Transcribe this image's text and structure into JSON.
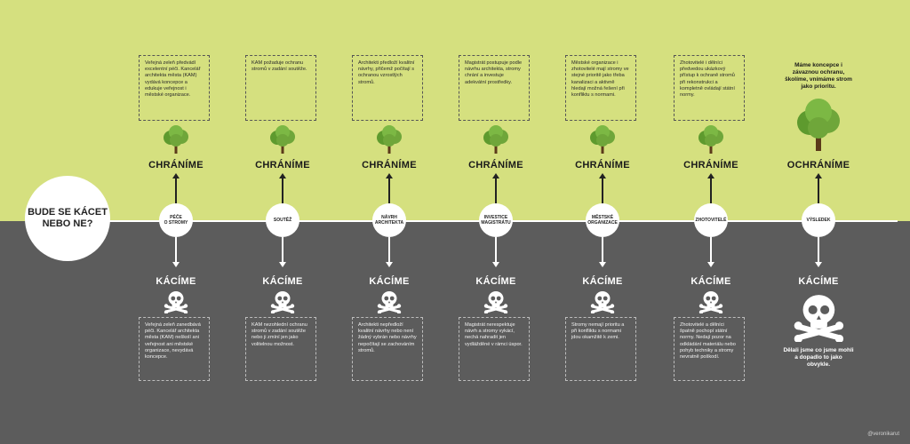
{
  "center": {
    "title": "BUDE SE KÁCET\nNEBO NE?"
  },
  "colors": {
    "top_bg": "#d5e07f",
    "bottom_bg": "#5c5c5c",
    "tree_green": "#6fa63a",
    "line_white": "#ffffff"
  },
  "stages": [
    {
      "node": "PÉČE\nO STROMY",
      "top_label": "CHRÁNÍME",
      "top_text": "Veřejná zeleň předvádí excelentní péči. Kancelář architekta města (KAM) vydává koncepce a edukuje veřejnost i městské organizace.",
      "bottom_label": "KÁCÍME",
      "bottom_text": "Veřejná zeleň zanedbává péči. Kancelář architekta města (KAM) neškolí ani veřejnost ani městské organizace, nevydává koncepce."
    },
    {
      "node": "SOUTĚŽ",
      "top_label": "CHRÁNÍME",
      "top_text": "KAM požaduje ochranu stromů v zadání soutěže.",
      "bottom_label": "KÁCÍME",
      "bottom_text": "KAM nezohlední ochranu stromů v zadání soutěže nebo ji zmíní jen jako volitelnou možnost."
    },
    {
      "node": "NÁVRH\nARCHITEKTA",
      "top_label": "CHRÁNÍME",
      "top_text": "Architekti předloží kvalitní návrhy, přičemž počítají s ochranou vzrostlých stromů.",
      "bottom_label": "KÁCÍME",
      "bottom_text": "Architekti nepředloží kvalitní návrhy nebo není žádný vybrán nebo návrhy nepočítají se zachováním stromů."
    },
    {
      "node": "INVESTICE\nMAGISTRÁTU",
      "top_label": "CHRÁNÍME",
      "top_text": "Magistrát postupuje podle návrhu architekta, stromy chrání a investuje adekvátní prostředky.",
      "bottom_label": "KÁCÍME",
      "bottom_text": "Magistrát nerespektuje návrh a stromy vykácí, nechá nahradit jen vydlážděné v rámci úspor."
    },
    {
      "node": "MĚSTSKÉ\nORGANIZACE",
      "top_label": "CHRÁNÍME",
      "top_text": "Městské organizace i zhotovitelé mají stromy ve stejné prioritě jako třeba kanalizaci a aktivně hledají možná řešení při konfliktu s normami.",
      "bottom_label": "KÁCÍME",
      "bottom_text": "Stromy nemají prioritu a při konfliktu s normami jdou okamžitě k zemi."
    },
    {
      "node": "ZHOTOVITELÉ",
      "top_label": "CHRÁNÍME",
      "top_text": "Zhotovitelé i dělníci předvedou ukázkový přístup k ochraně stromů při rekonstrukci a kompletně ovládají státní normy.",
      "bottom_label": "KÁCÍME",
      "bottom_text": "Zhotovitelé a dělníci špatně pochopí státní normy. Nedají pozor na odkládání materiálu nebo pohyb techniky a stromy nevratně poškodí."
    },
    {
      "node": "VÝSLEDEK",
      "top_label": "OCHRÁNÍME",
      "top_text": "Máme koncepce i závaznou ochranu, školíme, vnímáme strom jako prioritu.",
      "bottom_label": "KÁCÍME",
      "bottom_text": "Dělali jsme co jsme mohli a dopadlo to jako obvykle."
    }
  ],
  "credit": "@veronikarut"
}
